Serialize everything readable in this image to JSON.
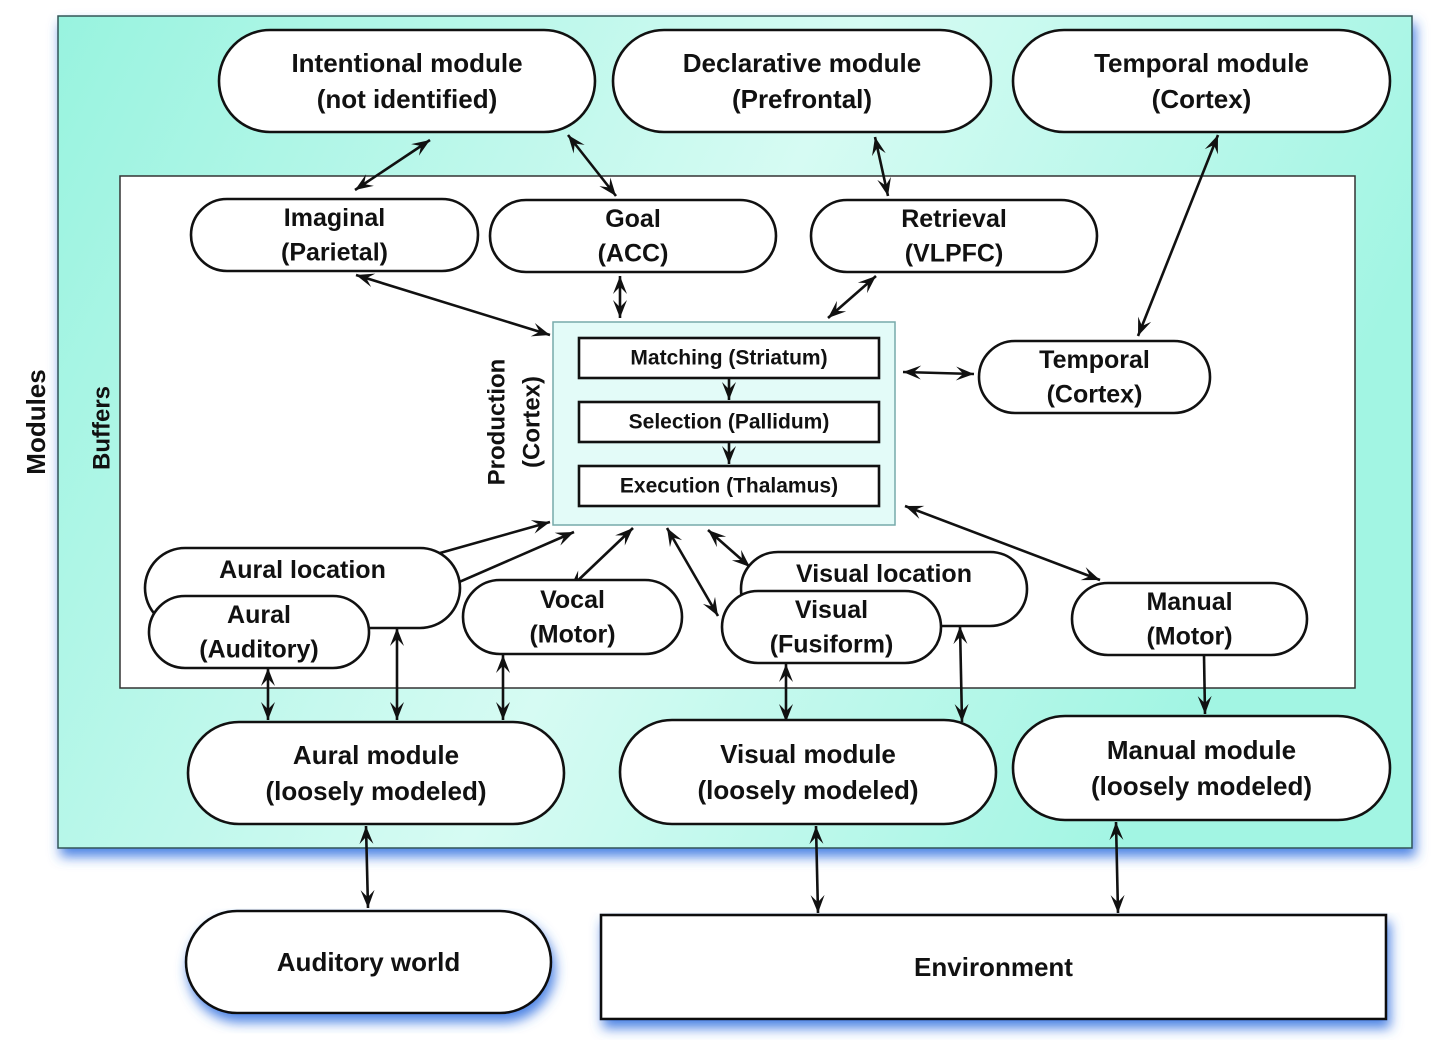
{
  "title": "ACT-R architecture: modules, buffers and brain regions",
  "colors": {
    "modules_fill_start": "#9ff5e3",
    "modules_fill_end": "#d8fbf3",
    "production_fill": "#e3fbf8",
    "shadow": "#2f6fe0",
    "stroke": "#111111"
  },
  "regions": {
    "modules_label": "Modules",
    "buffers_label": "Buffers",
    "production_label_line1": "Production",
    "production_label_line2": "(Cortex)"
  },
  "nodes": {
    "intentional_module": {
      "line1": "Intentional module",
      "line2": "(not identified)"
    },
    "declarative_module": {
      "line1": "Declarative module",
      "line2": "(Prefrontal)"
    },
    "temporal_module": {
      "line1": "Temporal module",
      "line2": "(Cortex)"
    },
    "imaginal_buffer": {
      "line1": "Imaginal",
      "line2": "(Parietal)"
    },
    "goal_buffer": {
      "line1": "Goal",
      "line2": "(ACC)"
    },
    "retrieval_buffer": {
      "line1": "Retrieval",
      "line2": "(VLPFC)"
    },
    "temporal_buffer": {
      "line1": "Temporal",
      "line2": "(Cortex)"
    },
    "matching_stage": {
      "line1": "Matching (Striatum)"
    },
    "selection_stage": {
      "line1": "Selection (Pallidum)"
    },
    "execution_stage": {
      "line1": "Execution (Thalamus)"
    },
    "aural_location_buffer": {
      "line1": "Aural location"
    },
    "aural_buffer": {
      "line1": "Aural",
      "line2": "(Auditory)"
    },
    "vocal_buffer": {
      "line1": "Vocal",
      "line2": "(Motor)"
    },
    "visual_location_buffer": {
      "line1": "Visual location"
    },
    "visual_buffer": {
      "line1": "Visual",
      "line2": "(Fusiform)"
    },
    "manual_buffer": {
      "line1": "Manual",
      "line2": "(Motor)"
    },
    "aural_module": {
      "line1": "Aural module",
      "line2": "(loosely modeled)"
    },
    "visual_module": {
      "line1": "Visual module",
      "line2": "(loosely modeled)"
    },
    "manual_module": {
      "line1": "Manual module",
      "line2": "(loosely modeled)"
    },
    "auditory_world": {
      "line1": "Auditory world"
    },
    "environment": {
      "line1": "Environment"
    }
  },
  "connections": [
    {
      "from": "intentional_module",
      "to": "imaginal_buffer",
      "direction": "both"
    },
    {
      "from": "intentional_module",
      "to": "goal_buffer",
      "direction": "both"
    },
    {
      "from": "declarative_module",
      "to": "retrieval_buffer",
      "direction": "both"
    },
    {
      "from": "temporal_module",
      "to": "temporal_buffer",
      "direction": "both"
    },
    {
      "from": "imaginal_buffer",
      "to": "production",
      "direction": "both"
    },
    {
      "from": "goal_buffer",
      "to": "production",
      "direction": "both"
    },
    {
      "from": "retrieval_buffer",
      "to": "production",
      "direction": "both"
    },
    {
      "from": "temporal_buffer",
      "to": "production",
      "direction": "both"
    },
    {
      "from": "matching_stage",
      "to": "selection_stage",
      "direction": "forward"
    },
    {
      "from": "selection_stage",
      "to": "execution_stage",
      "direction": "forward"
    },
    {
      "from": "aural_location_buffer",
      "to": "production",
      "direction": "forward"
    },
    {
      "from": "aural_buffer",
      "to": "production",
      "direction": "both"
    },
    {
      "from": "vocal_buffer",
      "to": "production",
      "direction": "both"
    },
    {
      "from": "visual_buffer",
      "to": "production",
      "direction": "both"
    },
    {
      "from": "visual_location_buffer",
      "to": "production",
      "direction": "both"
    },
    {
      "from": "manual_buffer",
      "to": "production",
      "direction": "both"
    },
    {
      "from": "aural_buffer",
      "to": "aural_module",
      "direction": "both"
    },
    {
      "from": "aural_location_buffer",
      "to": "aural_module",
      "direction": "both"
    },
    {
      "from": "vocal_buffer",
      "to": "aural_module",
      "direction": "both"
    },
    {
      "from": "visual_buffer",
      "to": "visual_module",
      "direction": "both"
    },
    {
      "from": "visual_location_buffer",
      "to": "visual_module",
      "direction": "both"
    },
    {
      "from": "manual_buffer",
      "to": "manual_module",
      "direction": "forward"
    },
    {
      "from": "aural_module",
      "to": "auditory_world",
      "direction": "both"
    },
    {
      "from": "visual_module",
      "to": "environment",
      "direction": "both"
    },
    {
      "from": "manual_module",
      "to": "environment",
      "direction": "both"
    }
  ]
}
